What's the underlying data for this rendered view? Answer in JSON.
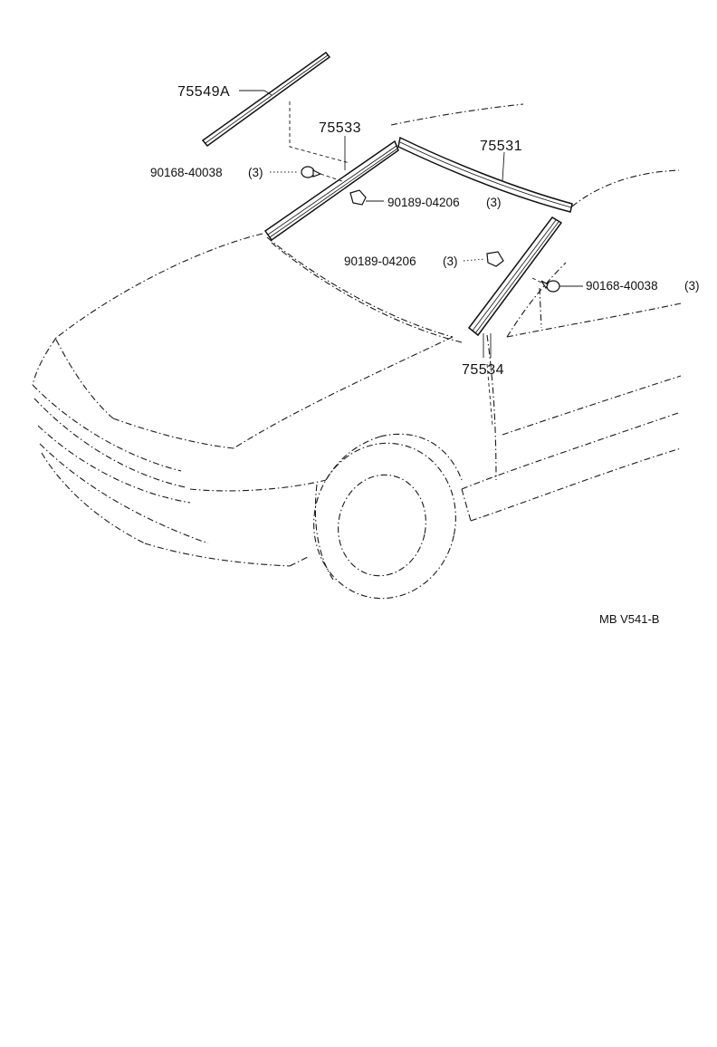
{
  "parts": {
    "p75549a": "75549A",
    "p75533": "75533",
    "p75531": "75531",
    "p75534": "75534",
    "screw_left": "90168-40038",
    "screw_left_qty": "(3)",
    "clip_upper": "90189-04206",
    "clip_upper_qty": "(3)",
    "clip_mid": "90189-04206",
    "clip_mid_qty": "(3)",
    "screw_right": "90168-40038",
    "screw_right_qty": "(3)"
  },
  "figure_code": "MB V541-B"
}
